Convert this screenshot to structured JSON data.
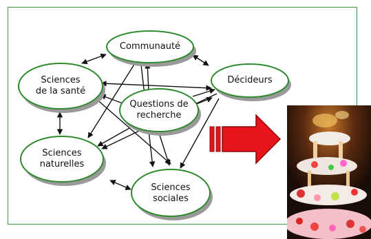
{
  "colors": {
    "frame": "#3e9a3e",
    "node_border": "#2f8a2f",
    "node_shadow": "#9a9a9a",
    "arrow": "#111111",
    "big_arrow_fill": "#e8141b",
    "big_arrow_stroke": "#8a0a0a"
  },
  "nodes": {
    "communaute": "Communauté",
    "sciences_sante": "Sciences\nde la santé",
    "decideurs": "Décideurs",
    "questions": "Questions de\nrecherche",
    "sciences_naturelles": "Sciences\nnaturelles",
    "sciences_sociales": "Sciences\nsociales"
  },
  "photo": {
    "subject": "cake-photo"
  }
}
